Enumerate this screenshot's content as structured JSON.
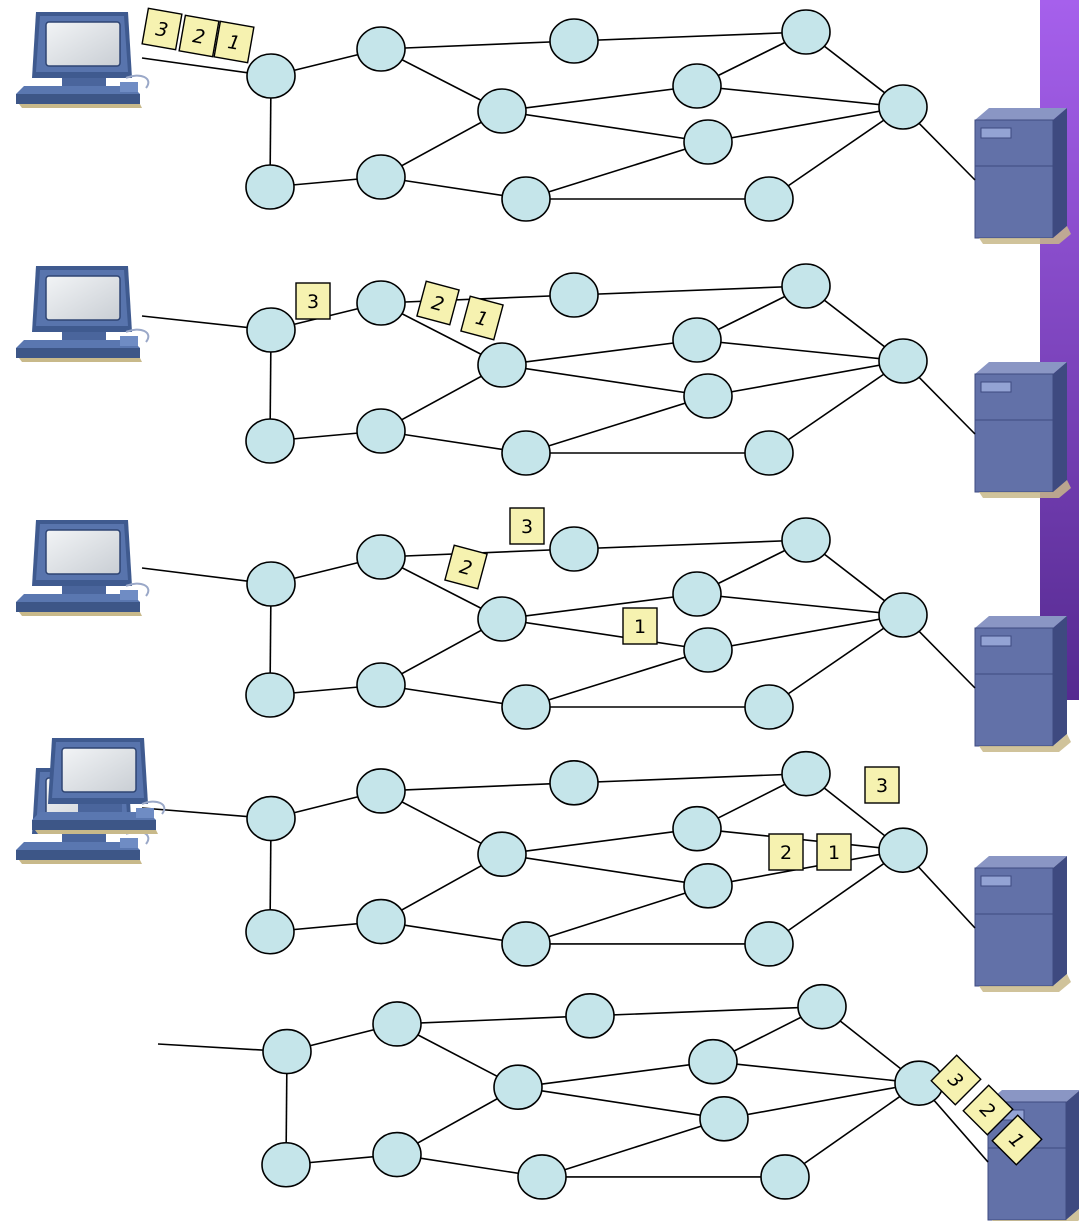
{
  "colors": {
    "router_fill": "#c5e5ea",
    "packet_fill": "#f6f2b0",
    "accent_bar_top": "#a35de6",
    "accent_bar_bottom": "#5b2e9a",
    "computer": "#4d6aa3",
    "server": "#6271a8"
  },
  "icons": {
    "client": "computer-icon",
    "server": "server-icon",
    "router": "router-node"
  },
  "panels": [
    {
      "id": "step-1",
      "packets": [
        {
          "label": "3",
          "rotated": true,
          "italic": true
        },
        {
          "label": "2",
          "rotated": true,
          "italic": true
        },
        {
          "label": "1",
          "rotated": true,
          "italic": true
        }
      ]
    },
    {
      "id": "step-2",
      "packets": [
        {
          "label": "3",
          "rotated": false,
          "italic": false
        },
        {
          "label": "2",
          "rotated": true,
          "italic": true
        },
        {
          "label": "1",
          "rotated": true,
          "italic": true
        }
      ]
    },
    {
      "id": "step-3",
      "packets": [
        {
          "label": "3",
          "rotated": false,
          "italic": false
        },
        {
          "label": "2",
          "rotated": true,
          "italic": true
        },
        {
          "label": "1",
          "rotated": false,
          "italic": false
        }
      ]
    },
    {
      "id": "step-4",
      "packets": [
        {
          "label": "3",
          "rotated": false,
          "italic": false
        },
        {
          "label": "2",
          "rotated": false,
          "italic": false
        },
        {
          "label": "1",
          "rotated": false,
          "italic": false
        }
      ]
    },
    {
      "id": "step-5",
      "packets": [
        {
          "label": "3",
          "rotated": true,
          "italic": true
        },
        {
          "label": "2",
          "rotated": true,
          "italic": true
        },
        {
          "label": "1",
          "rotated": true,
          "italic": true
        }
      ]
    }
  ]
}
